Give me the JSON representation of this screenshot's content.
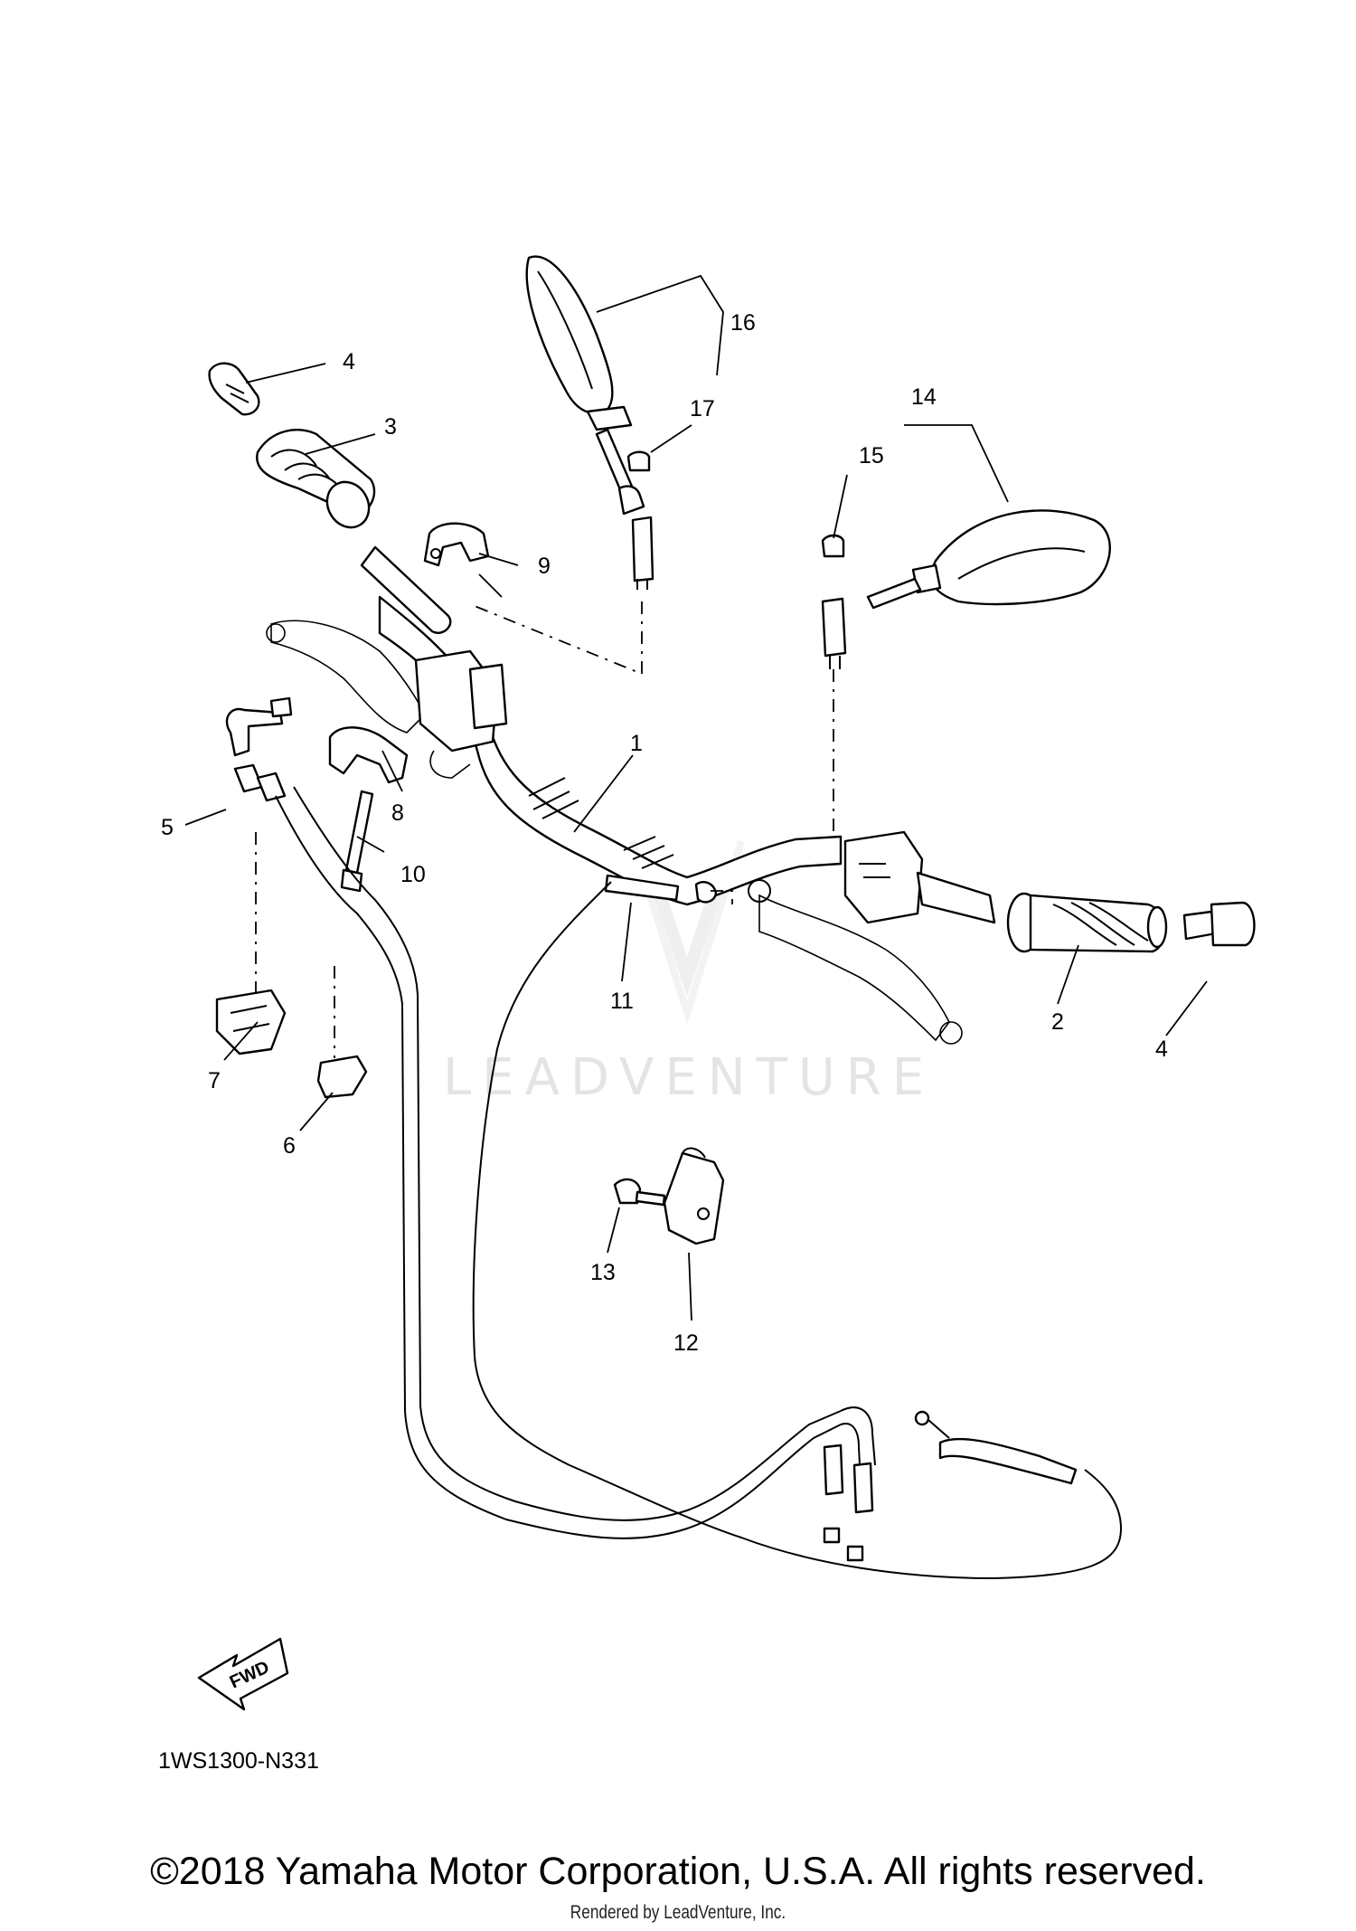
{
  "diagram": {
    "watermark": "LEADVENTURE",
    "diagram_code": "1WS1300-N331",
    "direction_label": "FWD",
    "copyright": "©2018 Yamaha Motor Corporation, U.S.A. All rights reserved.",
    "rendered_by": "Rendered by LeadVenture, Inc."
  },
  "callouts": [
    {
      "id": "c1",
      "label": "1"
    },
    {
      "id": "c2",
      "label": "2"
    },
    {
      "id": "c3",
      "label": "3"
    },
    {
      "id": "c4a",
      "label": "4"
    },
    {
      "id": "c4b",
      "label": "4"
    },
    {
      "id": "c5",
      "label": "5"
    },
    {
      "id": "c6",
      "label": "6"
    },
    {
      "id": "c7",
      "label": "7"
    },
    {
      "id": "c8",
      "label": "8"
    },
    {
      "id": "c9",
      "label": "9"
    },
    {
      "id": "c10",
      "label": "10"
    },
    {
      "id": "c11",
      "label": "11"
    },
    {
      "id": "c12",
      "label": "12"
    },
    {
      "id": "c13",
      "label": "13"
    },
    {
      "id": "c14",
      "label": "14"
    },
    {
      "id": "c15",
      "label": "15"
    },
    {
      "id": "c16",
      "label": "16"
    },
    {
      "id": "c17",
      "label": "17"
    }
  ]
}
